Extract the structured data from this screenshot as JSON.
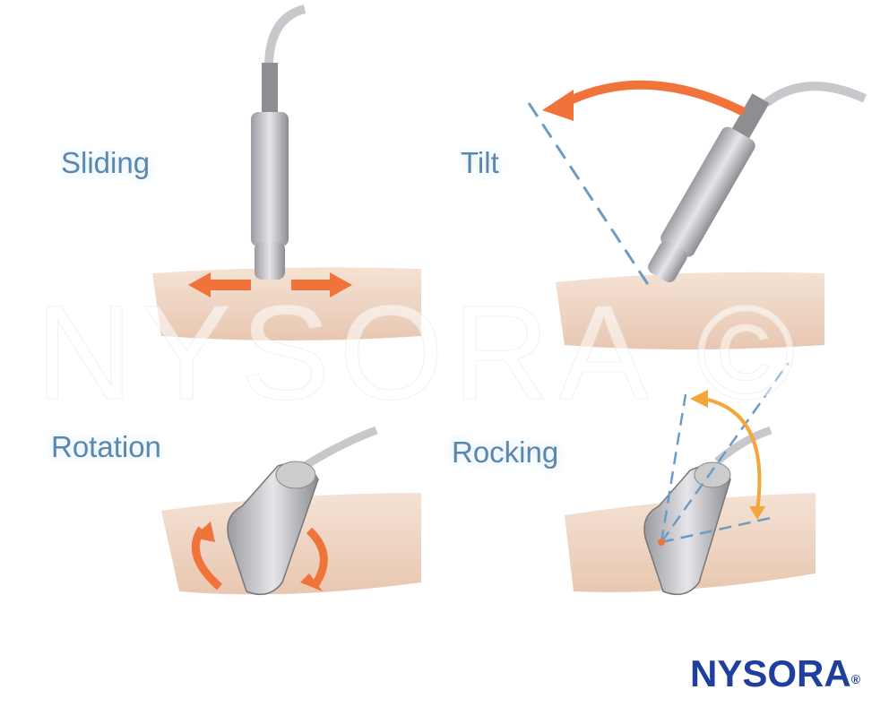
{
  "labels": {
    "sliding": "Sliding",
    "tilt": "Tilt",
    "rotation": "Rotation",
    "rocking": "Rocking"
  },
  "watermark": "NYSORA ©",
  "logo": {
    "text": "NYSORA",
    "mark": "®"
  },
  "colors": {
    "label": "#5a87ad",
    "arrow": "#f0733a",
    "skin": "#efd6c4",
    "probe": "#b9b9bd",
    "guide_line": "#6b9cc6",
    "logo": "#1f3f9e"
  }
}
